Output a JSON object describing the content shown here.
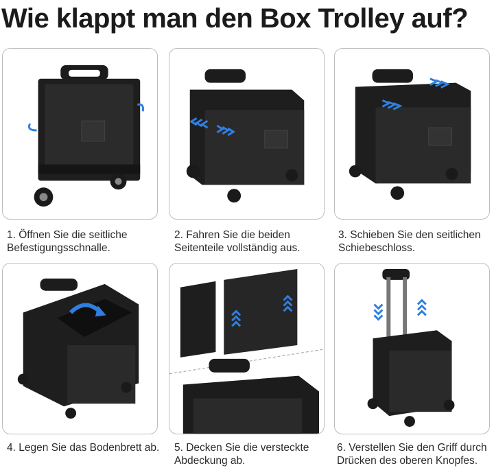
{
  "title": "Wie klappt man den Box Trolley auf?",
  "colors": {
    "accent_blue": "#2f7fe0",
    "box_black": "#1c1c1c",
    "card_border": "#bdbdbd"
  },
  "steps": [
    {
      "line1": "1. Öffnen Sie die seitliche",
      "line2": "Befestigungsschnalle.",
      "icon": "fold-open-arrows-icon"
    },
    {
      "line1": "2. Fahren Sie die beiden",
      "line2": "Seitenteile vollständig aus.",
      "icon": "slide-out-chevrons-icon"
    },
    {
      "line1": "3. Schieben Sie den seitlichen",
      "line2": "Schiebeschloss.",
      "icon": "slide-lock-chevrons-icon"
    },
    {
      "line1": "4. Legen Sie das Bodenbrett ab.",
      "line2": "",
      "icon": "curved-arrow-icon"
    },
    {
      "line1": "5. Decken Sie die versteckte",
      "line2": "Abdeckung ab.",
      "icon": "up-chevrons-icon"
    },
    {
      "line1": "6. Verstellen Sie den Griff durch",
      "line2": "Drücken des oberen Knopfes.",
      "icon": "up-down-chevrons-icon"
    }
  ]
}
